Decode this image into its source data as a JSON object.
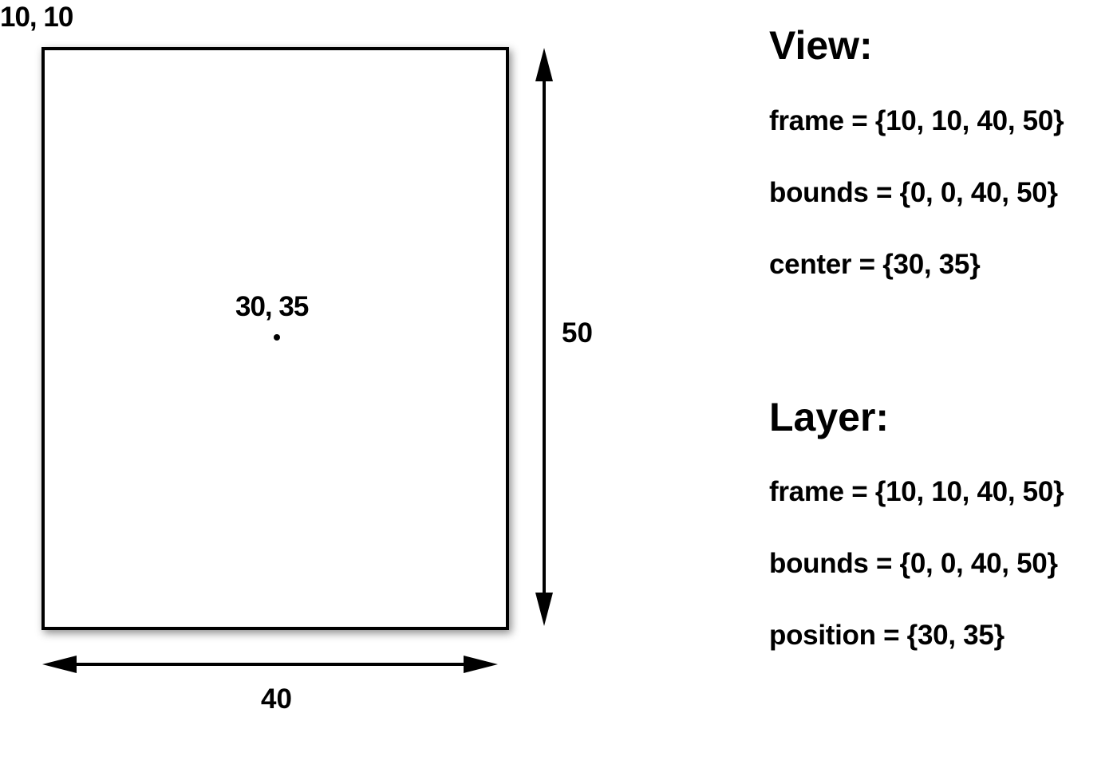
{
  "diagram": {
    "origin_label": "10, 10",
    "center_label": "30, 35",
    "height_label": "50",
    "width_label": "40"
  },
  "view": {
    "title": "View:",
    "frame": "frame = {10, 10, 40, 50}",
    "bounds": "bounds = {0, 0, 40, 50}",
    "center": "center = {30, 35}"
  },
  "layer": {
    "title": "Layer:",
    "frame": "frame = {10, 10, 40, 50}",
    "bounds": "bounds = {0, 0, 40, 50}",
    "position": "position = {30, 35}"
  }
}
